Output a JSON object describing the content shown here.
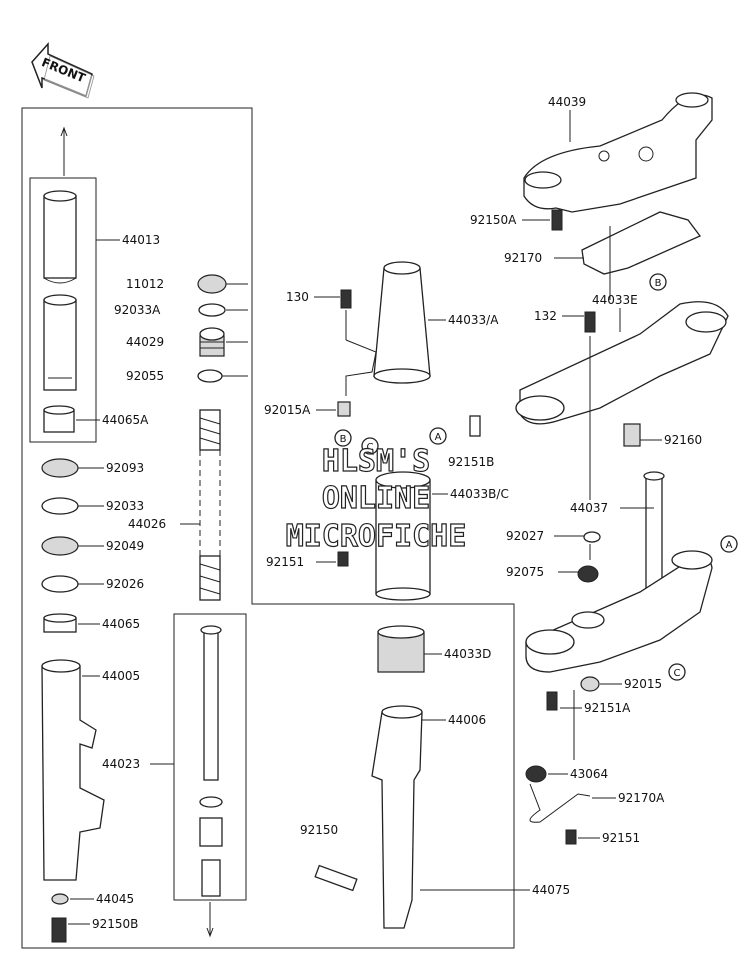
{
  "front_arrow": "FRONT",
  "watermark": [
    "HLSM'S",
    "ONLINE",
    "MICROFICHE"
  ],
  "callouts": {
    "a": "A",
    "b": "B",
    "c": "C"
  },
  "labels": {
    "p44013": "44013",
    "p11012": "11012",
    "p92033A": "92033A",
    "p44029": "44029",
    "p92055": "92055",
    "p44065A": "44065A",
    "p92093": "92093",
    "p92033": "92033",
    "p44026": "44026",
    "p92049": "92049",
    "p92026": "92026",
    "p44065": "44065",
    "p44005": "44005",
    "p44023": "44023",
    "p44045": "44045",
    "p92150B": "92150B",
    "p130": "130",
    "p44033A": "44033/A",
    "p92015A": "92015A",
    "p92151B": "92151B",
    "p44033BC": "44033B/C",
    "p92151a": "92151",
    "p44033D": "44033D",
    "p44006": "44006",
    "p92150": "92150",
    "p44075": "44075",
    "p44039": "44039",
    "p92150A": "92150A",
    "p92170": "92170",
    "p132": "132",
    "p44033E": "44033E",
    "p92160": "92160",
    "p44037": "44037",
    "p92027": "92027",
    "p92075": "92075",
    "p92015": "92015",
    "p92151A": "92151A",
    "p43064": "43064",
    "p92170A": "92170A",
    "p92151b": "92151"
  }
}
